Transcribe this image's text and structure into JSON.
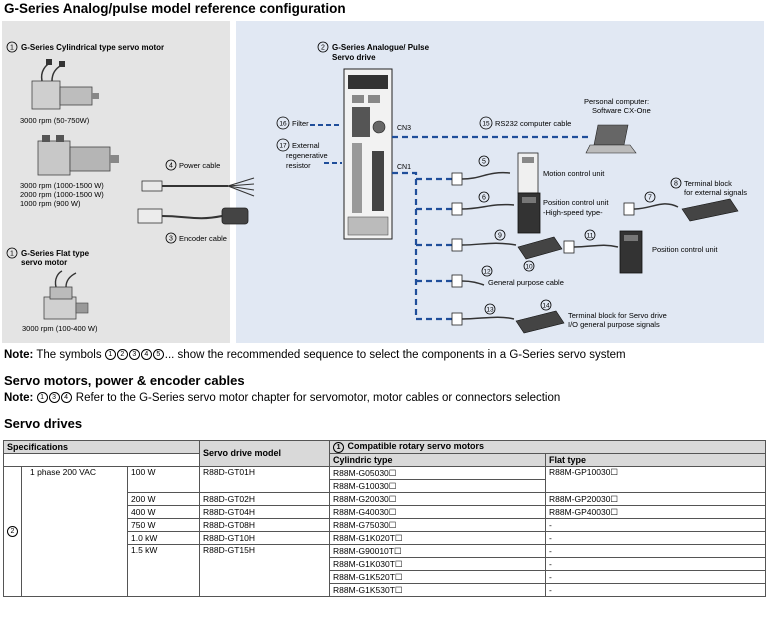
{
  "title": "G-Series Analog/pulse model reference configuration",
  "diagram": {
    "cyl_motor_title": "G-Series Cylindrical type servo motor",
    "cyl_motor_num": "1",
    "motor_a_rpm": "3000 rpm (50-750W)",
    "motor_b_rpm1": "3000 rpm (1000-1500 W)",
    "motor_b_rpm2": "2000 rpm (1000-1500 W)",
    "motor_b_rpm3": "1000 rpm (900 W)",
    "flat_motor_title1": "G-Series Flat type",
    "flat_motor_title2": "servo motor",
    "flat_motor_num": "1",
    "flat_motor_rpm": "3000 rpm (100-400 W)",
    "power_cable": "Power cable",
    "power_cable_num": "4",
    "encoder_cable": "Encoder cable",
    "encoder_cable_num": "3",
    "drive_title1": "G-Series Analogue/ Pulse",
    "drive_title2": "Servo drive",
    "drive_num": "2",
    "filter": "Filter",
    "filter_num": "16",
    "regen1": "External",
    "regen2": "regenerative",
    "regen3": "resistor",
    "regen_num": "17",
    "cn3": "CN3",
    "cn1": "CN1",
    "rs232": "RS232 computer cable",
    "rs232_num": "15",
    "pc1": "Personal computer:",
    "pc2": "Software CX-One",
    "num5": "5",
    "motion_unit": "Motion control unit",
    "num6": "6",
    "pos_hs1": "Position control unit",
    "pos_hs2": "-High-speed type-",
    "num7": "7",
    "num8": "8",
    "term_ext1": "Terminal block",
    "term_ext2": "for external signals",
    "num9": "9",
    "num10": "10",
    "num11": "11",
    "pos_unit": "Position control unit",
    "num12": "12",
    "gp_cable": "General purpose cable",
    "num13": "13",
    "num14": "14",
    "term_drv1": "Terminal block for Servo drive",
    "term_drv2": "I/O general purpose signals"
  },
  "note1": {
    "bold": "Note:",
    "pre": " The symbols ",
    "symbols": [
      "1",
      "2",
      "3",
      "4",
      "5"
    ],
    "post": "... show the recommended sequence to select the components in a G-Series servo system"
  },
  "section_cables": "Servo motors, power & encoder cables",
  "note2": {
    "bold": "Note:",
    "symbols": [
      "1",
      "3",
      "4"
    ],
    "post": " Refer to the G-Series servo motor chapter for servomotor, motor cables or connectors selection"
  },
  "section_drives": "Servo drives",
  "table": {
    "h_spec": "Specifications",
    "h_model": "Servo drive model",
    "h_compat_num": "1",
    "h_compat": "Compatible rotary servo motors",
    "h_cyl": "Cylindric type",
    "h_flat": "Flat type",
    "row_num": "2",
    "phase": "1 phase 200 VAC",
    "rows": [
      {
        "power": "100 W",
        "model": "R88D-GT01H",
        "cyl": [
          "R88M-G05030☐",
          "R88M-G10030☐"
        ],
        "flat": "R88M-GP10030☐"
      },
      {
        "power": "200 W",
        "model": "R88D-GT02H",
        "cyl": [
          "R88M-G20030☐"
        ],
        "flat": "R88M-GP20030☐"
      },
      {
        "power": "400 W",
        "model": "R88D-GT04H",
        "cyl": [
          "R88M-G40030☐"
        ],
        "flat": "R88M-GP40030☐"
      },
      {
        "power": "750 W",
        "model": "R88D-GT08H",
        "cyl": [
          "R88M-G75030☐"
        ],
        "flat": "-"
      },
      {
        "power": "1.0 kW",
        "model": "R88D-GT10H",
        "cyl": [
          "R88M-G1K020T☐"
        ],
        "flat": "-"
      },
      {
        "power": "1.5 kW",
        "model": "R88D-GT15H",
        "cyl": [
          "R88M-G90010T☐",
          "R88M-G1K030T☐",
          "R88M-G1K520T☐",
          "R88M-G1K530T☐"
        ],
        "flat": "-"
      }
    ]
  }
}
